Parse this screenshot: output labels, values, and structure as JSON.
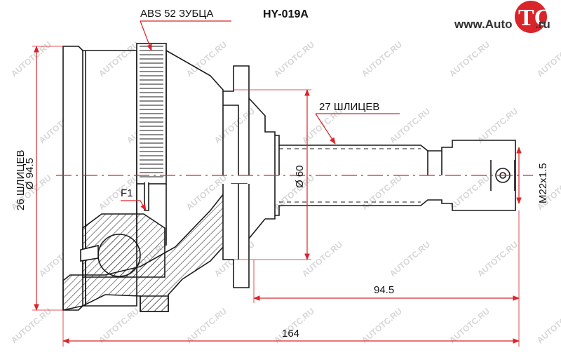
{
  "header": {
    "abs_label": "ABS 52 ЗУБЦА",
    "part_number": "HY-019A"
  },
  "logo": {
    "prefix": "www.Auto",
    "brand": "TC",
    "suffix": ".ru",
    "accent_color": "#d9252a"
  },
  "labels": {
    "outer_splines": "27 ШЛИЦЕВ",
    "inner_splines": "26 ШЛИЦЕВ",
    "inner_diameter": "Ø 94.5",
    "flange_diameter": "Ø 60",
    "thread": "M22x1.5",
    "f1": "F1"
  },
  "dimensions": {
    "shaft_length": "94.5",
    "total_length": "164"
  },
  "watermark": {
    "text": "AUTOTC.RU"
  },
  "colors": {
    "dimension_line": "#d9252a",
    "outline": "#1a1a1a",
    "center_line": "#d9252a"
  }
}
